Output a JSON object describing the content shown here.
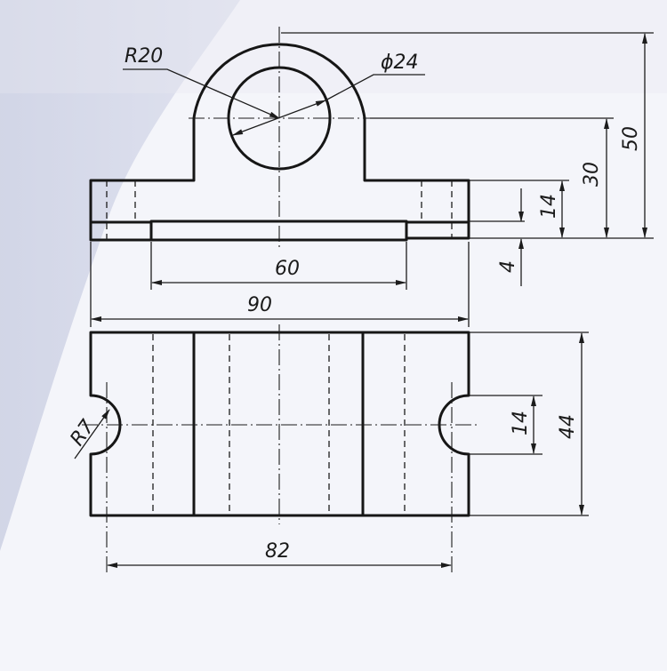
{
  "dimensions": {
    "r20": "R20",
    "d24": "ϕ24",
    "d50": "50",
    "d30": "30",
    "d14_top": "14",
    "d4": "4",
    "d60": "60",
    "d90": "90",
    "r7": "R7",
    "d14_bottom": "14",
    "d44": "44",
    "d82": "82"
  },
  "colors": {
    "paper": "#f4f5fa",
    "shadow": "#cfd3e6",
    "ink": "#161616"
  }
}
